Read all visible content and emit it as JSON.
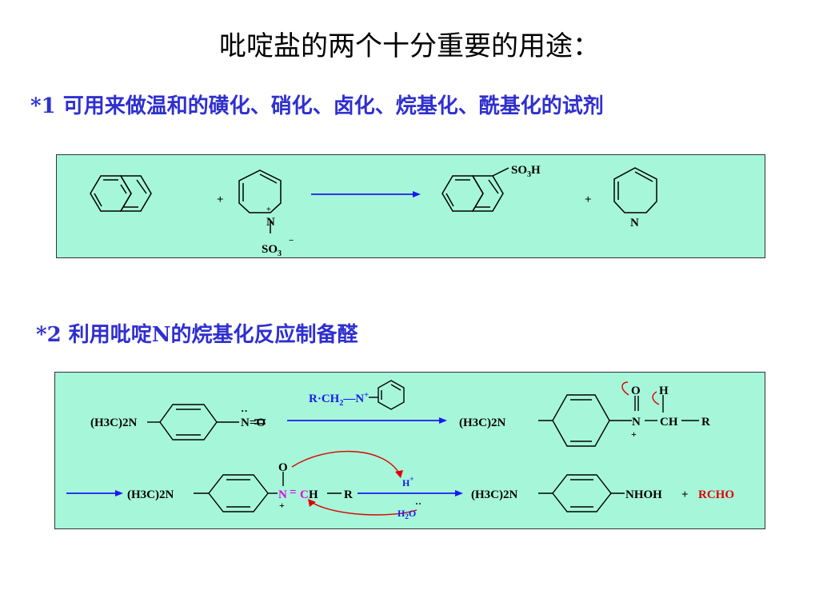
{
  "title": "吡啶盐的两个十分重要的用途：",
  "point1": "*1 可用来做温和的磺化、硝化、卤化、烷基化、酰基化的试剂",
  "point2": "*2  利用吡啶N的烷基化反应制备醛",
  "reaction1": {
    "plus1": "+",
    "plus2": "+",
    "pyridinium_N": "N",
    "pyridinium_charge": "+",
    "so3_group": "SO",
    "so3_sub": "3",
    "so3_charge": "−",
    "product_group": "SO",
    "product_sub": "3",
    "product_h": "H",
    "pyridine_N": "N"
  },
  "reaction2": {
    "reagent_prefix": "R·CH",
    "reagent_sub": "2",
    "reagent_N": "N",
    "reagent_charge": "+",
    "start_amine": "(H3C)2N",
    "start_nitroso": "N=O",
    "mid_amine": "(H3C)2N",
    "mid_O": "O",
    "mid_H": "H",
    "mid_N": "N",
    "mid_charge": "+",
    "mid_CH": "CH",
    "mid_R": "R",
    "row2_amine": "(H3C)2N",
    "row2_O": "O",
    "row2_N": "N",
    "row2_eq": "=",
    "row2_C": "C",
    "row2_H": "H",
    "row2_R": "R",
    "row2_charge": "+",
    "hplus": "H",
    "hplus_charge": "+",
    "water": "H",
    "water_sub": "2",
    "water_O": "O",
    "product_amine": "(H3C)2N",
    "product_nhoh": "NHOH",
    "product_plus": "+",
    "product_rcho": "RCHO"
  },
  "colors": {
    "accent_text": "#2f2fd0",
    "box_fill": "#a6f6da",
    "arrow_blue": "#1a1aee",
    "red": "#e00000",
    "magenta": "#e000e0"
  }
}
